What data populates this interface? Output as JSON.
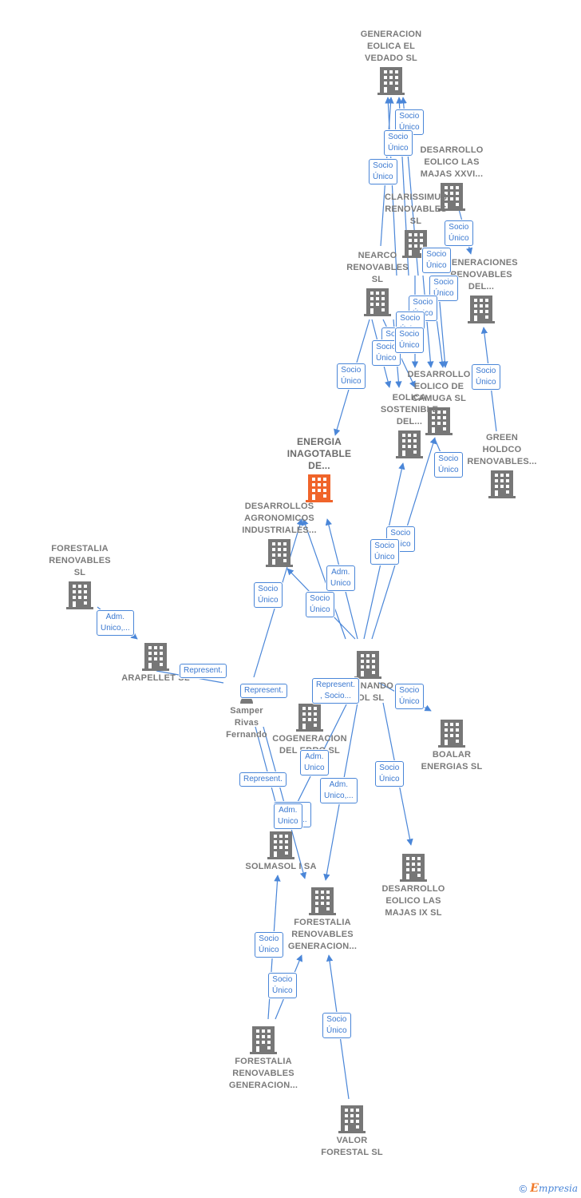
{
  "colors": {
    "edge": "#4a86d8",
    "node": "#777777",
    "main_node": "#f0642a",
    "edge_text": "#3a78d0"
  },
  "nodes": [
    {
      "id": "gen_eolica_vedado",
      "label": "GENERACION\nEOLICA EL\nVEDADO SL",
      "icon": "building-icon"
    },
    {
      "id": "des_majas_xxvi",
      "label": "DESARROLLO\nEOLICO LAS\nMAJAS XXVI...",
      "icon": "building-icon"
    },
    {
      "id": "clarissimus",
      "label": "CLARISSIMUS\nRENOVABLES\nSL",
      "icon": "building-icon"
    },
    {
      "id": "nearco",
      "label": "NEARCO\nRENOVABLES\nSL",
      "icon": "building-icon"
    },
    {
      "id": "generaciones",
      "label": "GENERACIONES\nRENOVABLES\nDEL...",
      "icon": "building-icon"
    },
    {
      "id": "des_campo_muga",
      "label": "DESARROLLO\nEOLICO DE\nCAMUGA SL",
      "icon": "building-icon"
    },
    {
      "id": "eolica_sostenible",
      "label": "EOLICA\nSOSTENIBLE\nDEL...",
      "icon": "building-icon"
    },
    {
      "id": "energia_inagotable",
      "label": "ENERGIA\nINAGOTABLE\nDE...",
      "icon": "building-icon",
      "main": true
    },
    {
      "id": "green_holdco",
      "label": "GREEN\nHOLDCO\nRENOVABLES...",
      "icon": "building-icon"
    },
    {
      "id": "des_agronomicos",
      "label": "DESARROLLOS\nAGRONOMICOS\nINDUSTRIALES...",
      "icon": "building-icon"
    },
    {
      "id": "forestalia_sl",
      "label": "FORESTALIA\nRENOVABLES\nSL",
      "icon": "building-icon"
    },
    {
      "id": "arapellet",
      "label": "ARAPELLET SL",
      "icon": "building-icon"
    },
    {
      "id": "fernando_sol",
      "label": "FERNANDO\nSOL SL",
      "icon": "building-icon"
    },
    {
      "id": "samper",
      "label": "Samper\nRivas\nFernando",
      "icon": "person-icon"
    },
    {
      "id": "cogeneracion",
      "label": "COGENERACION\nDEL EBRO SL",
      "icon": "building-icon"
    },
    {
      "id": "boalar",
      "label": "BOALAR\nENERGIAS SL",
      "icon": "building-icon"
    },
    {
      "id": "solmasol",
      "label": "SOLMASOL I SA",
      "icon": "building-icon"
    },
    {
      "id": "des_majas_ix",
      "label": "DESARROLLO\nEOLICO LAS\nMAJAS IX SL",
      "icon": "building-icon"
    },
    {
      "id": "forestalia_gen1",
      "label": "FORESTALIA\nRENOVABLES\nGENERACION...",
      "icon": "building-icon"
    },
    {
      "id": "forestalia_gen2",
      "label": "FORESTALIA\nRENOVABLES\nGENERACION...",
      "icon": "building-icon"
    },
    {
      "id": "valor_forestal",
      "label": "VALOR\nFORESTAL SL",
      "icon": "building-icon"
    }
  ],
  "edges": [
    {
      "label": "Socio\nÚnico"
    },
    {
      "label": "Socio\nÚnico"
    },
    {
      "label": "Socio\nÚnico"
    },
    {
      "label": "Socio\nÚnico"
    },
    {
      "label": "Socio\nÚnico"
    },
    {
      "label": "Socio\nÚnico"
    },
    {
      "label": "Socio\nÚnico"
    },
    {
      "label": "Socio\nÚnico"
    },
    {
      "label": "Socio\nÚnico"
    },
    {
      "label": "Socio\nÚnico"
    },
    {
      "label": "Socio\nÚnico"
    },
    {
      "label": "Socio\nÚnico"
    },
    {
      "label": "Socio\nÚnico"
    },
    {
      "label": "Socio\nÚnico"
    },
    {
      "label": "Socio\nÚnico"
    },
    {
      "label": "Socio\nÚnico"
    },
    {
      "label": "Socio\nÚnico"
    },
    {
      "label": "Adm.\nUnico,..."
    },
    {
      "label": "Represent."
    },
    {
      "label": "Adm.\nUnico"
    },
    {
      "label": "Socio\nÚnico"
    },
    {
      "label": "Represent."
    },
    {
      "label": "Represent.\n, Socio..."
    },
    {
      "label": "Adm.\nUnico,..."
    },
    {
      "label": "Socio\nÚnico"
    },
    {
      "label": "Adm.\nUnico"
    },
    {
      "label": "Represent."
    },
    {
      "label": "Adm.\nUnico,..."
    },
    {
      "label": "Socio\nÚnico"
    },
    {
      "label": "Adm.\nUnico"
    },
    {
      "label": "Socio\nÚnico"
    },
    {
      "label": "Socio\nÚnico"
    },
    {
      "label": "Socio\nÚnico"
    }
  ],
  "footer": {
    "copyright": "©",
    "brand_initial": "E",
    "brand_rest": "mpresia"
  }
}
